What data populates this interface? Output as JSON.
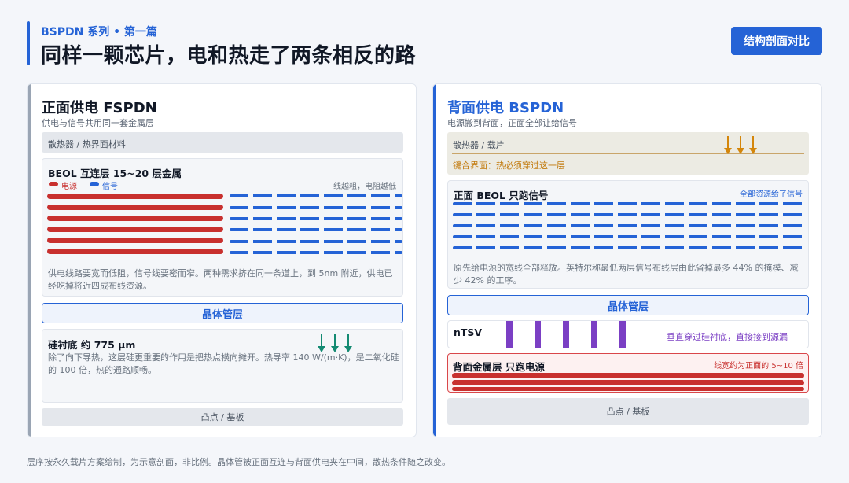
{
  "header": {
    "series": "BSPDN 系列 • 第一篇",
    "title": "同样一颗芯片，电和热走了两条相反的路",
    "tag": "结构剖面对比"
  },
  "left": {
    "title": "正面供电 FSPDN",
    "subtitle": "供电与信号共用同一套金属层",
    "heat_sink": "散热器 / 热界面材料",
    "beol_title": "BEOL 互连层  15~20 层金属",
    "legend_power": "电源",
    "legend_signal": "信号",
    "thicker_note": "线越粗，电阻越低",
    "beol_desc": "供电线路要宽而低阻，信号线要密而窄。两种需求挤在同一条道上，到 5nm 附近，供电已经吃掉将近四成布线资源。",
    "transistor": "晶体管层",
    "substrate_title": "硅衬底  约 775 µm",
    "substrate_desc": "除了向下导热，这层硅更重要的作用是把热点横向摊开。热导率 140 W/(m·K)，是二氧化硅的 100 倍，热的通路顺畅。",
    "bump": "凸点 / 基板"
  },
  "right": {
    "title": "背面供电 BSPDN",
    "subtitle": "电源搬到背面，正面全部让给信号",
    "heat_sink": "散热器 / 载片",
    "bond_note": "键合界面：热必须穿过这一层",
    "beol_title": "正面 BEOL  只跑信号",
    "all_signal_note": "全部资源给了信号",
    "beol_desc": "原先给电源的宽线全部释放。英特尔称最低两层信号布线层由此省掉最多 44% 的掩模、减少 42% 的工序。",
    "transistor": "晶体管层",
    "ntsv_label": "nTSV",
    "ntsv_note": "垂直穿过硅衬底，直接接到源漏",
    "backside_title": "背面金属层  只跑电源",
    "backside_note": "线宽约为正面的 5~10 倍",
    "bump": "凸点 / 基板"
  },
  "footer": "层序按永久载片方案绘制，为示意剖面，非比例。晶体管被正面互连与背面供电夹在中间，散热条件随之改变。",
  "colors": {
    "accent_blue": "#2563d6",
    "power_red": "#c8302e",
    "heat_orange": "#d4860b",
    "thermal_green": "#138a72",
    "ntsv_purple": "#7b3fc4"
  }
}
